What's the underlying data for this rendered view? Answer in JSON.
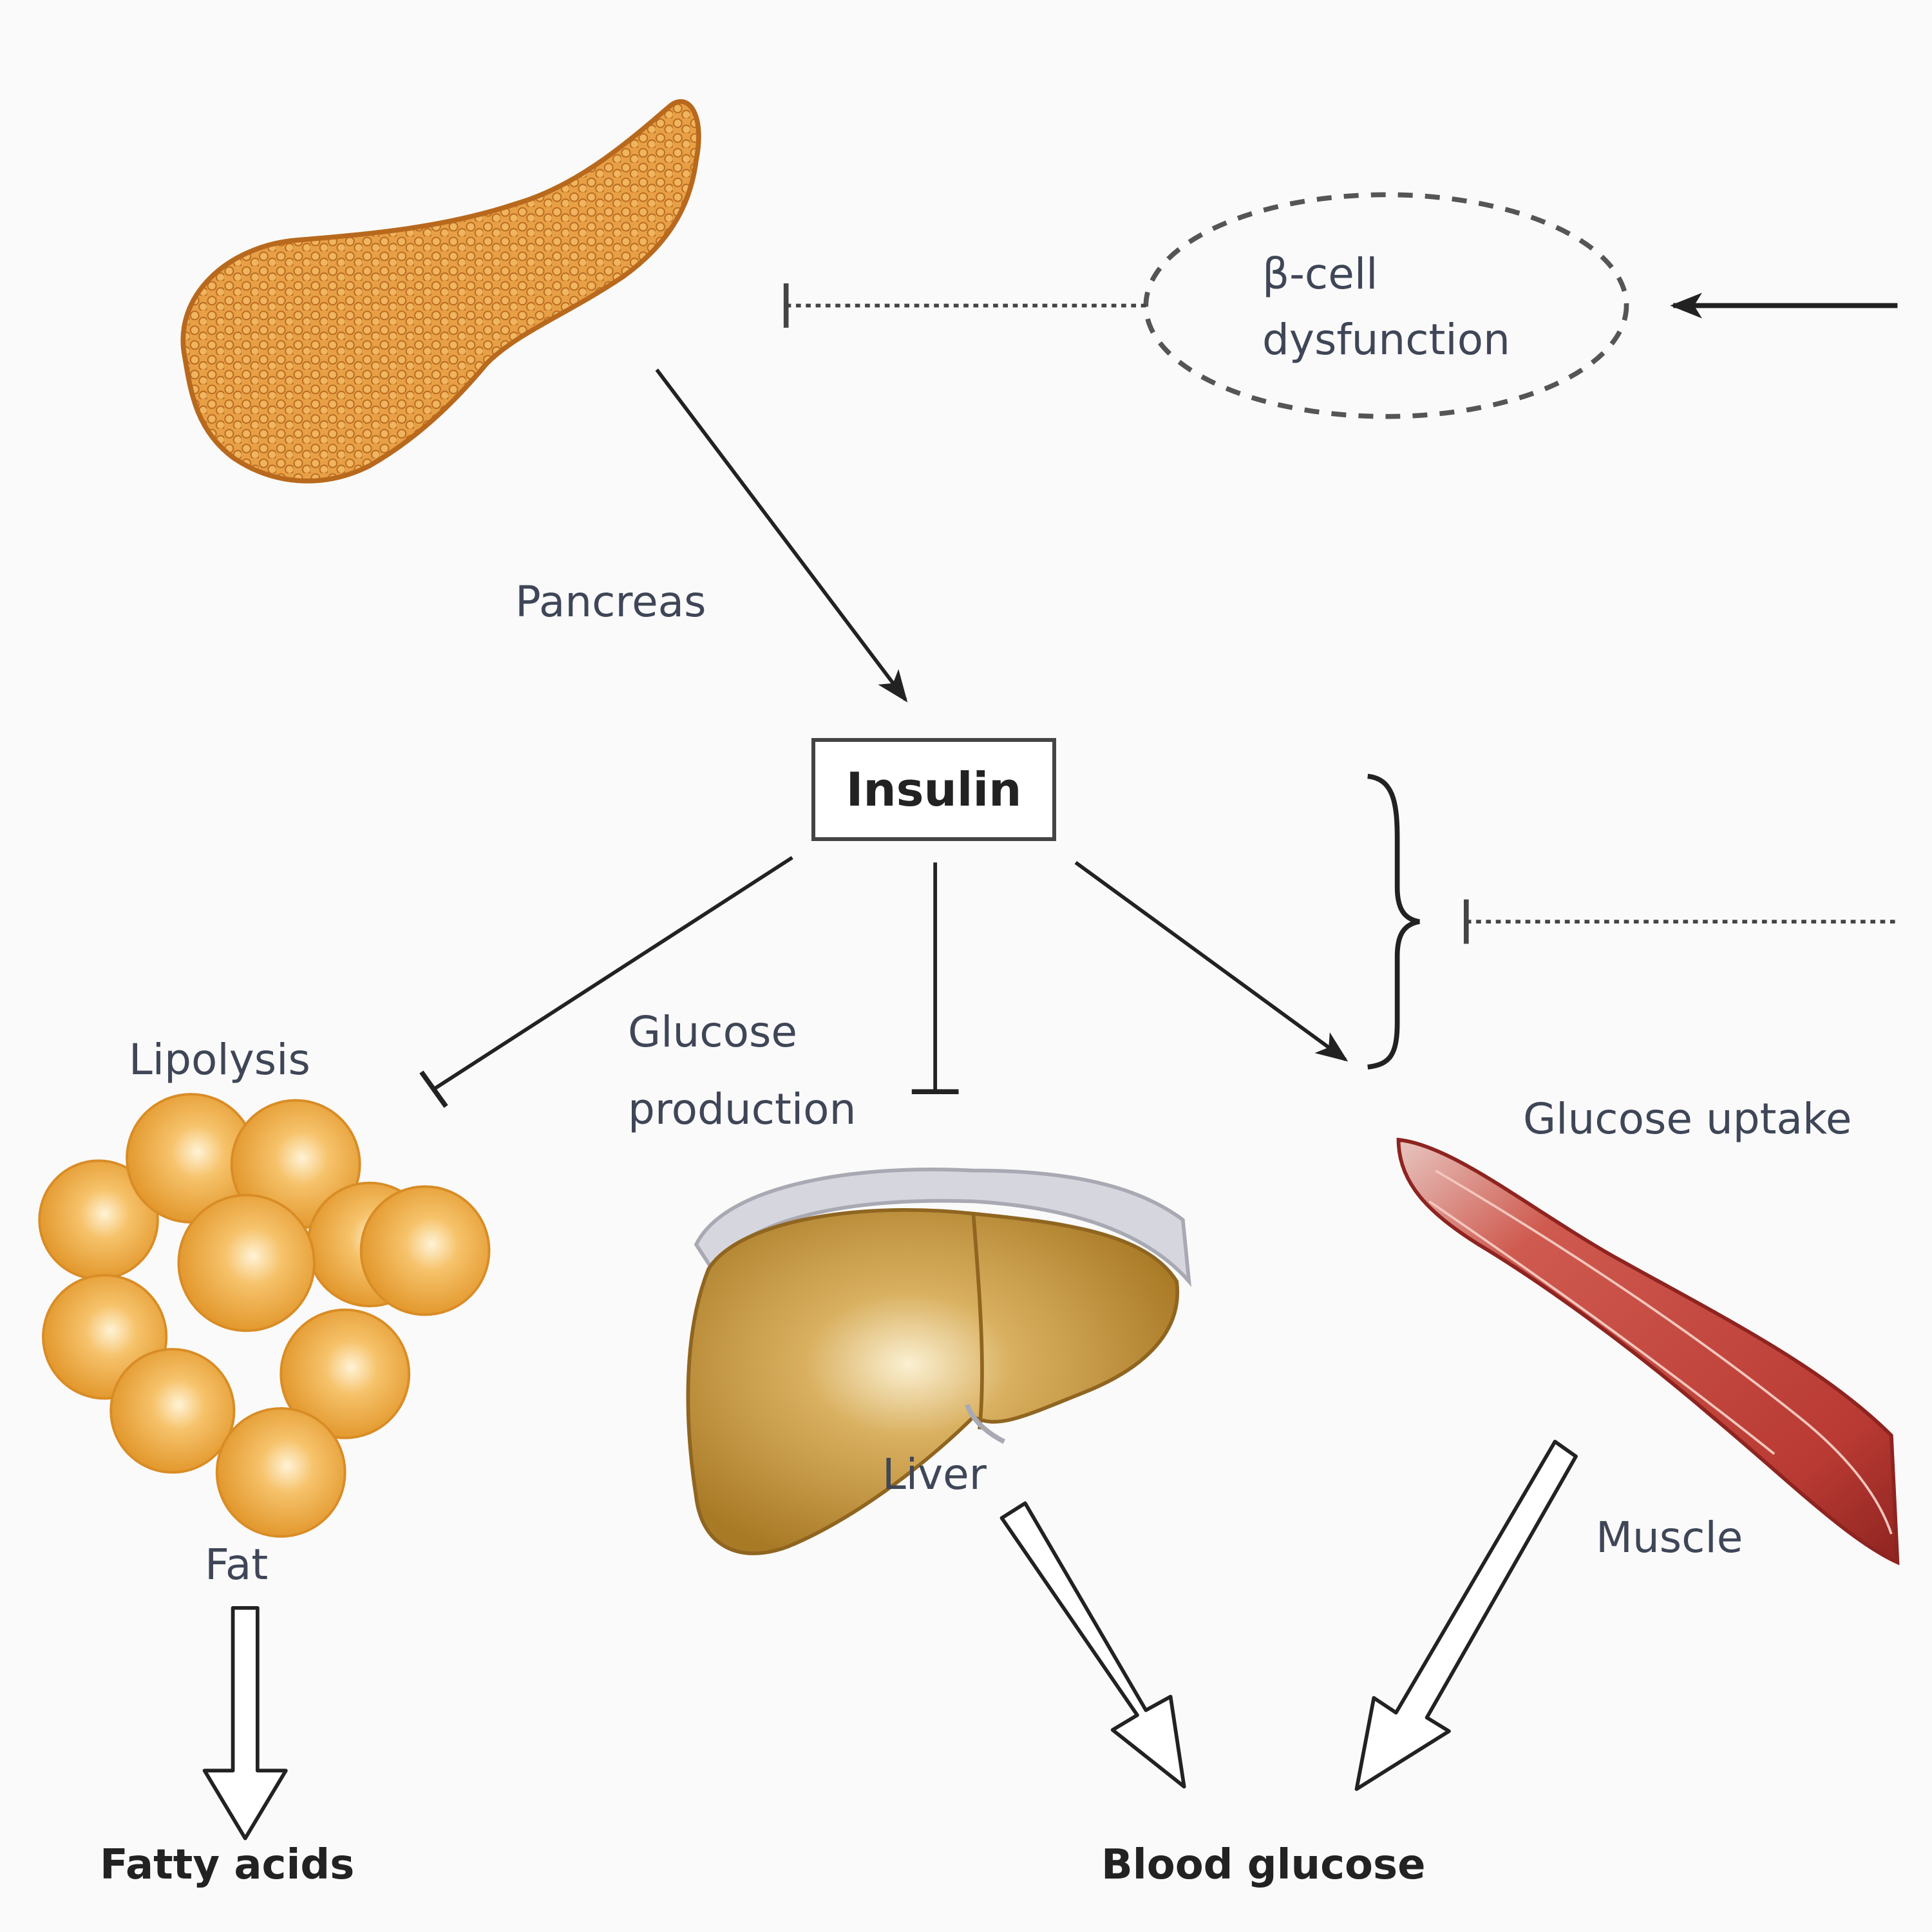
{
  "labels": {
    "pancreas": "Pancreas",
    "insulin": "Insulin",
    "beta_cell_line1": "β-cell",
    "beta_cell_line2": "dysfunction",
    "lipolysis": "Lipolysis",
    "glucose_production_line1": "Glucose",
    "glucose_production_line2": "production",
    "glucose_uptake": "Glucose uptake",
    "fat": "Fat",
    "liver": "Liver",
    "muscle": "Muscle",
    "fatty_acids": "Fatty acids",
    "blood_glucose": "Blood glucose"
  },
  "colors": {
    "background": "#fafafa",
    "pancreas": "#e39a3b",
    "pancreas_outline": "#b8691d",
    "fat": "#f0a93e",
    "liver": "#c99a3c",
    "liver_membrane": "#c4c4cc",
    "muscle": "#c3413b",
    "arrow": "#222222",
    "text": "#3f4657"
  },
  "edges": [
    {
      "from": "pancreas",
      "to": "insulin",
      "effect": "stimulates"
    },
    {
      "from": "beta-cell dysfunction",
      "to": "pancreas",
      "effect": "inhibits"
    },
    {
      "from": "insulin",
      "to": "lipolysis",
      "effect": "inhibits"
    },
    {
      "from": "insulin",
      "to": "glucose production",
      "effect": "inhibits"
    },
    {
      "from": "insulin",
      "to": "glucose uptake",
      "effect": "stimulates"
    },
    {
      "from": "fat",
      "to": "fatty acids",
      "effect": "releases"
    },
    {
      "from": "liver",
      "to": "blood glucose",
      "effect": "releases"
    },
    {
      "from": "muscle",
      "to": "blood glucose",
      "effect": "releases"
    }
  ]
}
